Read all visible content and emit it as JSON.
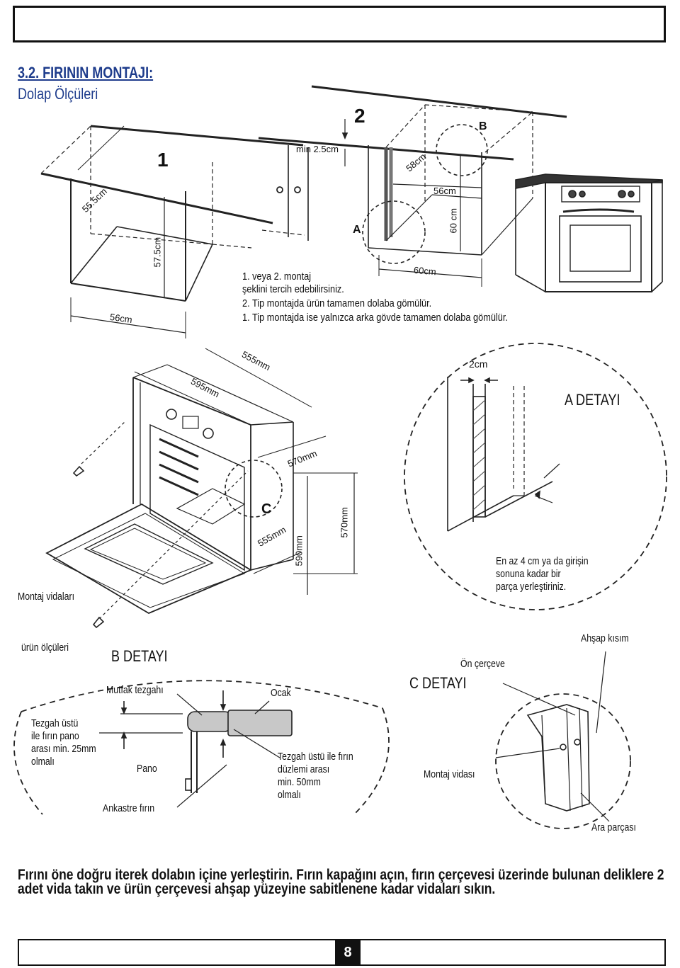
{
  "header": {
    "section_title": "3.2. FIRININ MONTAJI:",
    "subtitle": "Dolap Ölçüleri"
  },
  "diagram_top": {
    "label_1": "1",
    "label_2": "2",
    "label_A": "A",
    "label_B": "B",
    "dim_min": "min 2.5cm",
    "dim_555": "55.5cm",
    "dim_575": "57.5cm",
    "dim_56_left": "56cm",
    "dim_58": "58cm",
    "dim_56_right": "56cm",
    "dim_60cm_v": "60 cm",
    "dim_60cm_h": "60cm"
  },
  "notes": {
    "line1": "1. veya 2. montaj",
    "line2": "şeklini tercih edebilirsiniz.",
    "line3": "2. Tip montajda ürün tamamen dolaba gömülür.",
    "line4": "1. Tip montajda ise yalnızca arka gövde tamamen dolaba gömülür."
  },
  "diagram_middle": {
    "dim_555mm_top": "555mm",
    "dim_595mm": "595mm",
    "dim_570mm_diag": "570mm",
    "dim_555mm_side": "555mm",
    "dim_590mm": "590mm",
    "dim_570mm_v": "570mm",
    "label_C": "C",
    "screws_label": "Montaj vidaları",
    "product_dims_label": "ürün ölçüleri"
  },
  "detail_a": {
    "title": "A DETAYI",
    "dim_2cm": "2cm",
    "note1": "En az 4 cm ya da girişin",
    "note2": "sonuna kadar bir",
    "note3": "parça yerleştiriniz."
  },
  "detail_b": {
    "title": "B DETAYI",
    "countertop": "Mutfak tezgahı",
    "hob": "Ocak",
    "panel": "Pano",
    "builtin_oven": "Ankastre fırın",
    "gap_note1": "Tezgah üstü",
    "gap_note2": "ile fırın pano",
    "gap_note3": "arası min. 25mm",
    "gap_note4": "olmalı",
    "hob_note1": "Tezgah üstü ile fırın",
    "hob_note2": "düzlemi arası",
    "hob_note3": "min. 50mm",
    "hob_note4": "olmalı"
  },
  "detail_c": {
    "title": "C DETAYI",
    "front_frame": "Ön çerçeve",
    "wood_part": "Ahşap kısım",
    "screw": "Montaj vidası",
    "spacer": "Ara parçası"
  },
  "footer": {
    "instruction": "Fırını öne doğru iterek dolabın içine yerleştirin. Fırın kapağını açın, fırın çerçevesi üzerinde bulunan deliklere 2 adet vida takın ve ürün çerçevesi ahşap yüzeyine sabitlenene kadar vidaları sıkın.",
    "page_number": "8"
  }
}
